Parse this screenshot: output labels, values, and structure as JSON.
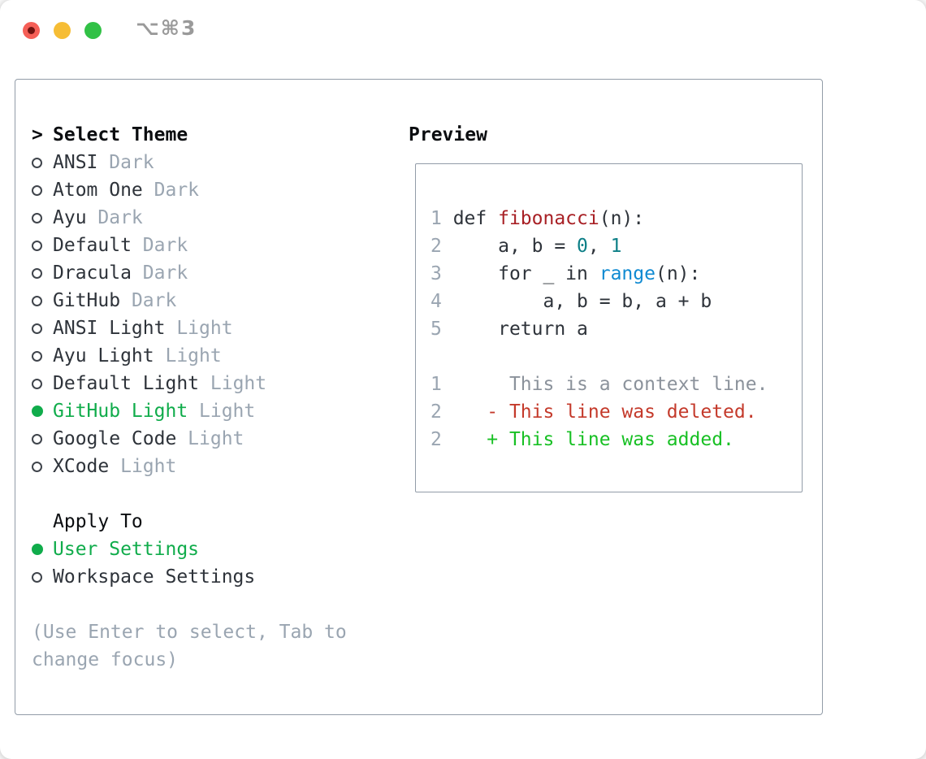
{
  "window": {
    "title": "⌥⌘3"
  },
  "colors": {
    "selection_green": "#10ac4b",
    "added_green": "#18c024",
    "deleted_red": "#c43a2b",
    "function_red": "#a82025",
    "number_teal": "#0d7f87",
    "builtin_blue": "#0f8ad2",
    "muted_gray": "#9aa5b1",
    "context_gray": "#8b929b",
    "text_dark": "#2e333a",
    "header_black": "#0b0d10",
    "border_gray": "#929ca8",
    "titlebar_gray": "#9a9a9a",
    "traffic_red": "#f55f57",
    "traffic_red_dot": "#701310",
    "traffic_yellow": "#f6bd35",
    "traffic_green": "#31c146"
  },
  "theme_panel": {
    "header_prefix": ">",
    "header": "Select Theme",
    "items": [
      {
        "name": "ANSI",
        "tag": "Dark",
        "selected": false
      },
      {
        "name": "Atom One",
        "tag": "Dark",
        "selected": false
      },
      {
        "name": "Ayu",
        "tag": "Dark",
        "selected": false
      },
      {
        "name": "Default",
        "tag": "Dark",
        "selected": false
      },
      {
        "name": "Dracula",
        "tag": "Dark",
        "selected": false
      },
      {
        "name": "GitHub",
        "tag": "Dark",
        "selected": false
      },
      {
        "name": "ANSI Light",
        "tag": "Light",
        "selected": false
      },
      {
        "name": "Ayu Light",
        "tag": "Light",
        "selected": false
      },
      {
        "name": "Default Light",
        "tag": "Light",
        "selected": false
      },
      {
        "name": "GitHub Light",
        "tag": "Light",
        "selected": true
      },
      {
        "name": "Google Code",
        "tag": "Light",
        "selected": false
      },
      {
        "name": "XCode",
        "tag": "Light",
        "selected": false
      }
    ],
    "apply_header": "Apply To",
    "apply_items": [
      {
        "name": "User Settings",
        "selected": true
      },
      {
        "name": "Workspace Settings",
        "selected": false
      }
    ],
    "hint_lines": [
      "(Use Enter to select, Tab to",
      "change focus)"
    ]
  },
  "preview_panel": {
    "header": "Preview",
    "code_lines": [
      {
        "num": "1",
        "segments": [
          [
            "def ",
            "code"
          ],
          [
            "fibonacci",
            "func"
          ],
          [
            "(n):",
            "code"
          ]
        ]
      },
      {
        "num": "2",
        "segments": [
          [
            "    a, b = ",
            "code"
          ],
          [
            "0",
            "numlit"
          ],
          [
            ", ",
            "code"
          ],
          [
            "1",
            "numlit"
          ]
        ]
      },
      {
        "num": "3",
        "segments": [
          [
            "    for _ in ",
            "code"
          ],
          [
            "range",
            "builtin"
          ],
          [
            "(n):",
            "code"
          ]
        ]
      },
      {
        "num": "4",
        "segments": [
          [
            "        a, b = b, a + b",
            "code"
          ]
        ]
      },
      {
        "num": "5",
        "segments": [
          [
            "    return a",
            "code"
          ]
        ]
      },
      {
        "num": "",
        "segments": []
      },
      {
        "num": "1",
        "segments": [
          [
            "     This is a context line.",
            "context"
          ]
        ]
      },
      {
        "num": "2",
        "segments": [
          [
            "   - This line was deleted.",
            "deleted"
          ]
        ]
      },
      {
        "num": "2",
        "segments": [
          [
            "   + This line was added.",
            "added"
          ]
        ]
      }
    ]
  }
}
